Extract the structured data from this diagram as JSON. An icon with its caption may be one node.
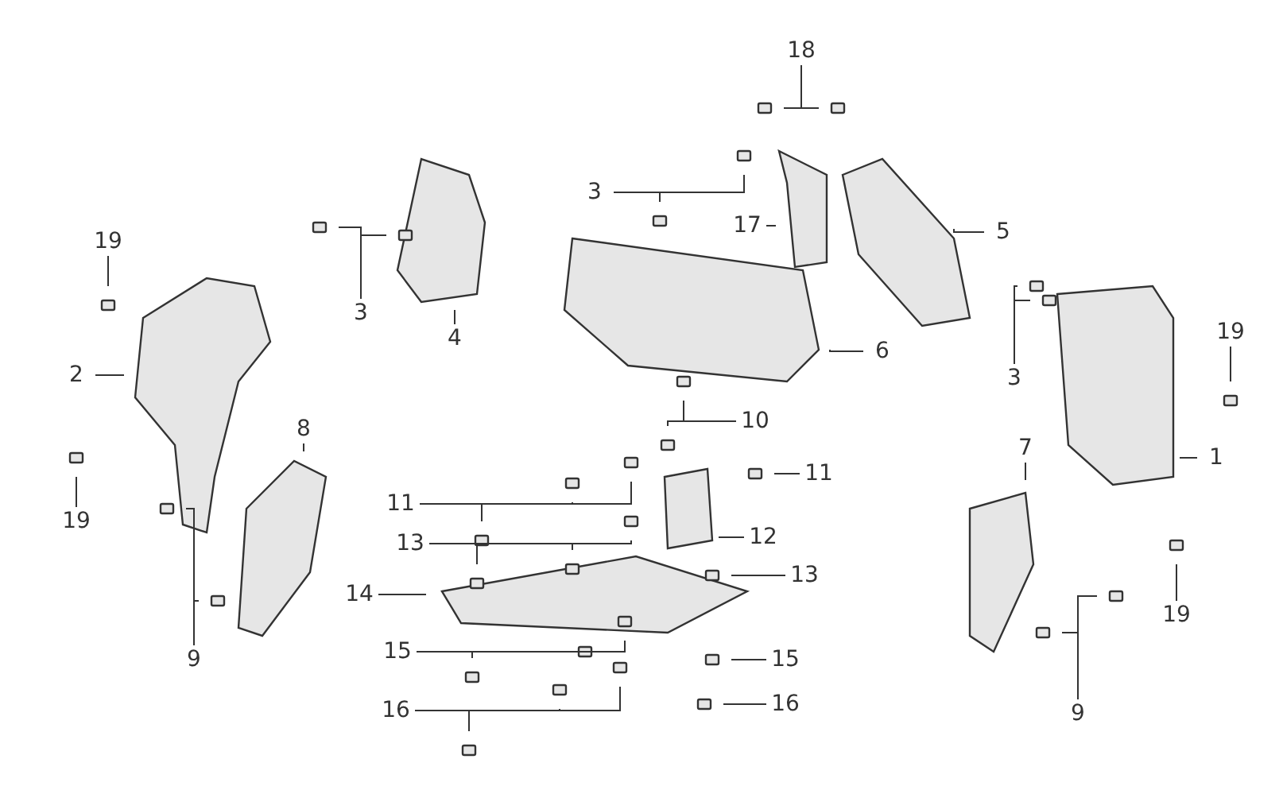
{
  "diagram": {
    "nodes": [
      {
        "text": [
          "19"
        ]
      },
      {
        "text": [
          "2"
        ]
      },
      {
        "text": [
          "19"
        ]
      },
      {
        "text": [
          "8"
        ]
      },
      {
        "text": [
          "9"
        ]
      },
      {
        "text": [
          "3"
        ]
      },
      {
        "text": [
          "4"
        ]
      },
      {
        "text": [
          "3"
        ]
      },
      {
        "text": [
          "18"
        ]
      },
      {
        "text": [
          "17"
        ]
      },
      {
        "text": [
          "5"
        ]
      },
      {
        "text": [
          "6"
        ]
      },
      {
        "text": [
          "3"
        ]
      },
      {
        "text": [
          "19"
        ]
      },
      {
        "text": [
          "1"
        ]
      },
      {
        "text": [
          "10"
        ]
      },
      {
        "text": [
          "11"
        ]
      },
      {
        "text": [
          "11"
        ]
      },
      {
        "text": [
          "12"
        ]
      },
      {
        "text": [
          "13"
        ]
      },
      {
        "text": [
          "13"
        ]
      },
      {
        "text": [
          "14"
        ]
      },
      {
        "text": [
          "15"
        ]
      },
      {
        "text": [
          "15"
        ]
      },
      {
        "text": [
          "16"
        ]
      },
      {
        "text": [
          "16"
        ]
      },
      {
        "text": [
          "7"
        ]
      },
      {
        "text": [
          "19"
        ]
      },
      {
        "text": [
          "9"
        ]
      }
    ],
    "edges": [
      {
        "from": 0,
        "to": null,
        "arrow": "none"
      },
      {
        "from": 1,
        "to": null,
        "arrow": "none"
      },
      {
        "from": 2,
        "to": null,
        "arrow": "none"
      },
      {
        "from": 3,
        "to": null,
        "arrow": "none"
      },
      {
        "from": 4,
        "to": null,
        "arrow": "none"
      },
      {
        "from": 4,
        "to": null,
        "arrow": "none"
      },
      {
        "from": 5,
        "to": null,
        "arrow": "none"
      },
      {
        "from": 5,
        "to": null,
        "arrow": "none"
      },
      {
        "from": 6,
        "to": null,
        "arrow": "none"
      },
      {
        "from": 7,
        "to": null,
        "arrow": "none"
      },
      {
        "from": 7,
        "to": null,
        "arrow": "none"
      },
      {
        "from": 8,
        "to": null,
        "arrow": "none"
      },
      {
        "from": 8,
        "to": null,
        "arrow": "none"
      },
      {
        "from": 9,
        "to": null,
        "arrow": "none"
      },
      {
        "from": 10,
        "to": null,
        "arrow": "none"
      },
      {
        "from": 11,
        "to": null,
        "arrow": "none"
      },
      {
        "from": 12,
        "to": null,
        "arrow": "none"
      },
      {
        "from": 12,
        "to": null,
        "arrow": "none"
      },
      {
        "from": 13,
        "to": null,
        "arrow": "none"
      },
      {
        "from": 14,
        "to": null,
        "arrow": "none"
      },
      {
        "from": 15,
        "to": null,
        "arrow": "none"
      },
      {
        "from": 15,
        "to": null,
        "arrow": "none"
      },
      {
        "from": 16,
        "to": null,
        "arrow": "none"
      },
      {
        "from": 16,
        "to": null,
        "arrow": "none"
      },
      {
        "from": 16,
        "to": null,
        "arrow": "none"
      },
      {
        "from": 17,
        "to": null,
        "arrow": "none"
      },
      {
        "from": 18,
        "to": null,
        "arrow": "none"
      },
      {
        "from": 19,
        "to": null,
        "arrow": "none"
      },
      {
        "from": 19,
        "to": null,
        "arrow": "none"
      },
      {
        "from": 19,
        "to": null,
        "arrow": "none"
      },
      {
        "from": 20,
        "to": null,
        "arrow": "none"
      },
      {
        "from": 21,
        "to": null,
        "arrow": "none"
      },
      {
        "from": 22,
        "to": null,
        "arrow": "none"
      },
      {
        "from": 22,
        "to": null,
        "arrow": "none"
      },
      {
        "from": 22,
        "to": null,
        "arrow": "none"
      },
      {
        "from": 23,
        "to": null,
        "arrow": "none"
      },
      {
        "from": 24,
        "to": null,
        "arrow": "none"
      },
      {
        "from": 24,
        "to": null,
        "arrow": "none"
      },
      {
        "from": 24,
        "to": null,
        "arrow": "none"
      },
      {
        "from": 25,
        "to": null,
        "arrow": "none"
      },
      {
        "from": 26,
        "to": null,
        "arrow": "none"
      },
      {
        "from": 27,
        "to": null,
        "arrow": "none"
      },
      {
        "from": 28,
        "to": null,
        "arrow": "none"
      },
      {
        "from": 28,
        "to": null,
        "arrow": "none"
      }
    ]
  }
}
